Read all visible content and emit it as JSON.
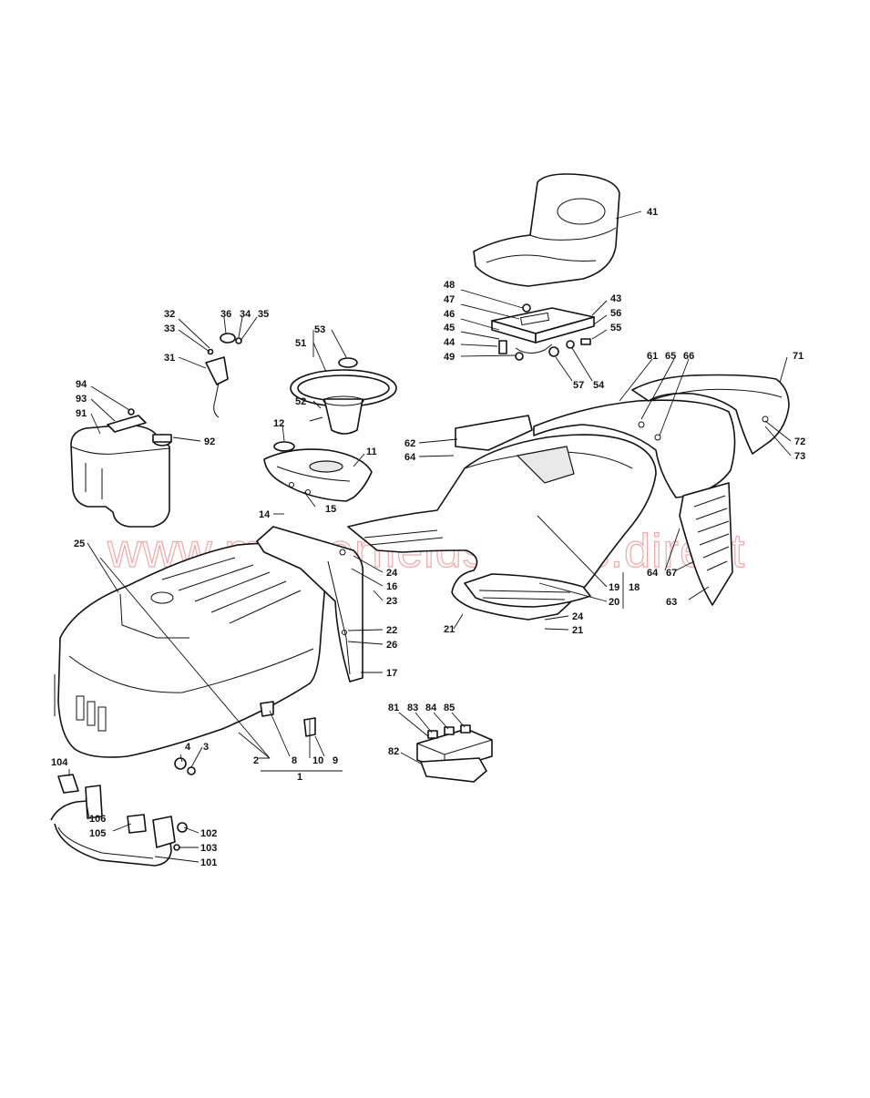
{
  "watermark": "www.mowerfieldspares.direct",
  "callouts": {
    "c1": "1",
    "c2": "2",
    "c3": "3",
    "c4": "4",
    "c8": "8",
    "c9": "9",
    "c10": "10",
    "c11": "11",
    "c12": "12",
    "c14": "14",
    "c15": "15",
    "c16": "16",
    "c17": "17",
    "c18": "18",
    "c19": "19",
    "c20": "20",
    "c21a": "21",
    "c21b": "21",
    "c22": "22",
    "c23": "23",
    "c24a": "24",
    "c24b": "24",
    "c25": "25",
    "c26": "26",
    "c31": "31",
    "c32": "32",
    "c33": "33",
    "c34": "34",
    "c35": "35",
    "c36": "36",
    "c41": "41",
    "c43": "43",
    "c44": "44",
    "c45": "45",
    "c46": "46",
    "c47": "47",
    "c48": "48",
    "c49": "49",
    "c51": "51",
    "c52": "52",
    "c53": "53",
    "c54": "54",
    "c55": "55",
    "c56": "56",
    "c57": "57",
    "c61": "61",
    "c62": "62",
    "c63": "63",
    "c64a": "64",
    "c64b": "64",
    "c65": "65",
    "c66": "66",
    "c67": "67",
    "c71": "71",
    "c72": "72",
    "c73": "73",
    "c81": "81",
    "c82": "82",
    "c83": "83",
    "c84": "84",
    "c85": "85",
    "c91": "91",
    "c92": "92",
    "c93": "93",
    "c94": "94",
    "c101": "101",
    "c102": "102",
    "c103": "103",
    "c104": "104",
    "c105": "105",
    "c106": "106"
  }
}
